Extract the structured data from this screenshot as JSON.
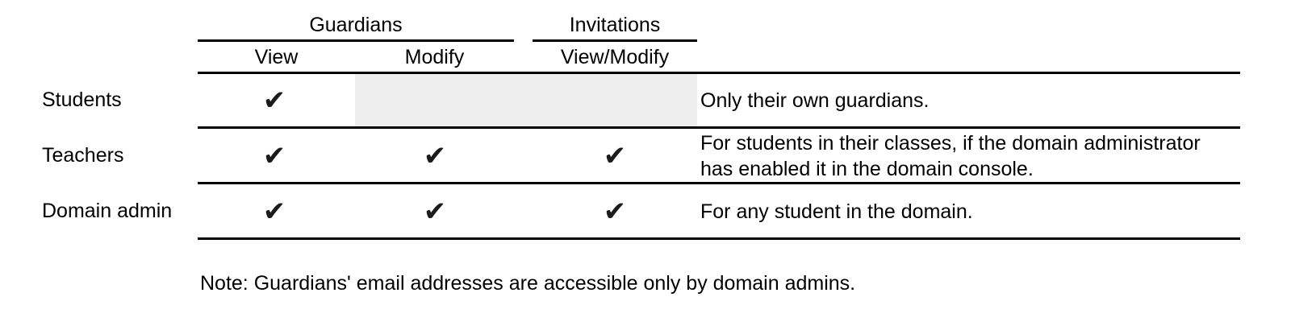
{
  "table": {
    "column_groups": [
      {
        "label": "Guardians",
        "spans": [
          "View",
          "Modify"
        ]
      },
      {
        "label": "Invitations",
        "spans": [
          "View/Modify"
        ]
      }
    ],
    "columns": [
      {
        "key": "role",
        "label": ""
      },
      {
        "key": "guardians_view",
        "label": "View"
      },
      {
        "key": "guardians_modify",
        "label": "Modify"
      },
      {
        "key": "invitations_viewmodify",
        "label": "View/Modify"
      },
      {
        "key": "notes",
        "label": ""
      }
    ],
    "check_glyph": "✔",
    "shade_color": "#eeeeee",
    "rule_color": "#000000",
    "rows": [
      {
        "role": "Students",
        "guardians_view": "✔",
        "guardians_modify": "",
        "invitations_viewmodify": "",
        "shaded": true,
        "notes": "Only their own guardians."
      },
      {
        "role": "Teachers",
        "guardians_view": "✔",
        "guardians_modify": "✔",
        "invitations_viewmodify": "✔",
        "shaded": false,
        "notes": "For students in their classes, if the domain administrator has enabled it in the domain console."
      },
      {
        "role": "Domain admin",
        "guardians_view": "✔",
        "guardians_modify": "✔",
        "invitations_viewmodify": "✔",
        "shaded": false,
        "notes": "For any student in the domain."
      }
    ]
  },
  "footnote": "Note: Guardians' email addresses are accessible only by domain admins."
}
